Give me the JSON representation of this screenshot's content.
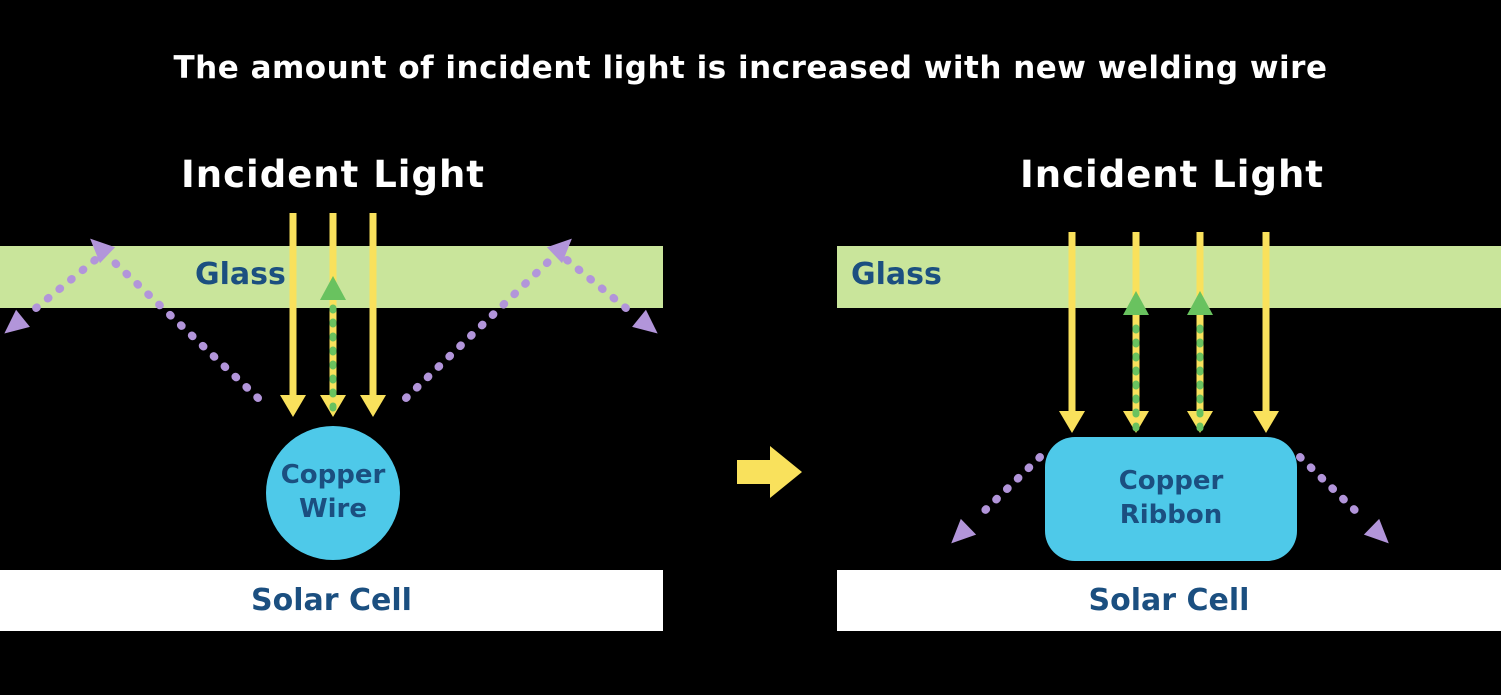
{
  "title": "The amount of incident light is increased with new welding wire",
  "colors": {
    "background": "#000000",
    "title_text": "#ffffff",
    "glass_band": "#c9e59b",
    "solar_band": "#ffffff",
    "label_navy": "#1b4f80",
    "copper_cyan": "#4ec9e9",
    "incident_ray_yellow": "#f9e15c",
    "reflected_ray_green": "#69c25f",
    "scattered_ray_purple": "#b295da"
  },
  "left": {
    "incident_light": "Incident Light",
    "glass": "Glass",
    "copper_label": "Copper\nWire",
    "solar_cell": "Solar Cell"
  },
  "right": {
    "incident_light": "Incident Light",
    "glass": "Glass",
    "copper_label": "Copper\nRibbon",
    "solar_cell": "Solar Cell"
  }
}
